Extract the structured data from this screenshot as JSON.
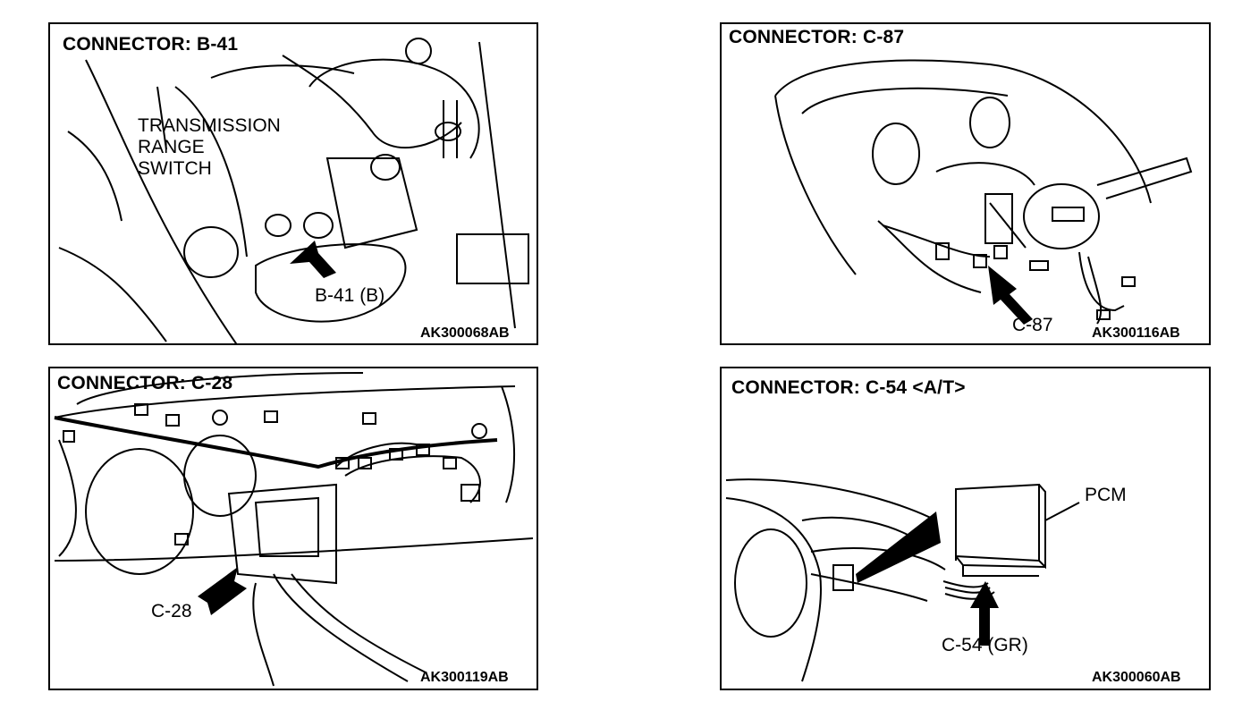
{
  "panels": [
    {
      "title": "CONNECTOR: B-41",
      "code": "AK300068AB",
      "labels": [
        "TRANSMISSION",
        "RANGE",
        "SWITCH",
        "B-41 (B)"
      ]
    },
    {
      "title": "CONNECTOR: C-87",
      "code": "AK300116AB",
      "labels": [
        "C-87"
      ]
    },
    {
      "title": "CONNECTOR: C-28",
      "code": "AK300119AB",
      "labels": [
        "C-28"
      ]
    },
    {
      "title": "CONNECTOR: C-54 <A/T>",
      "code": "AK300060AB",
      "labels": [
        "PCM",
        "C-54 (GR)"
      ]
    }
  ]
}
